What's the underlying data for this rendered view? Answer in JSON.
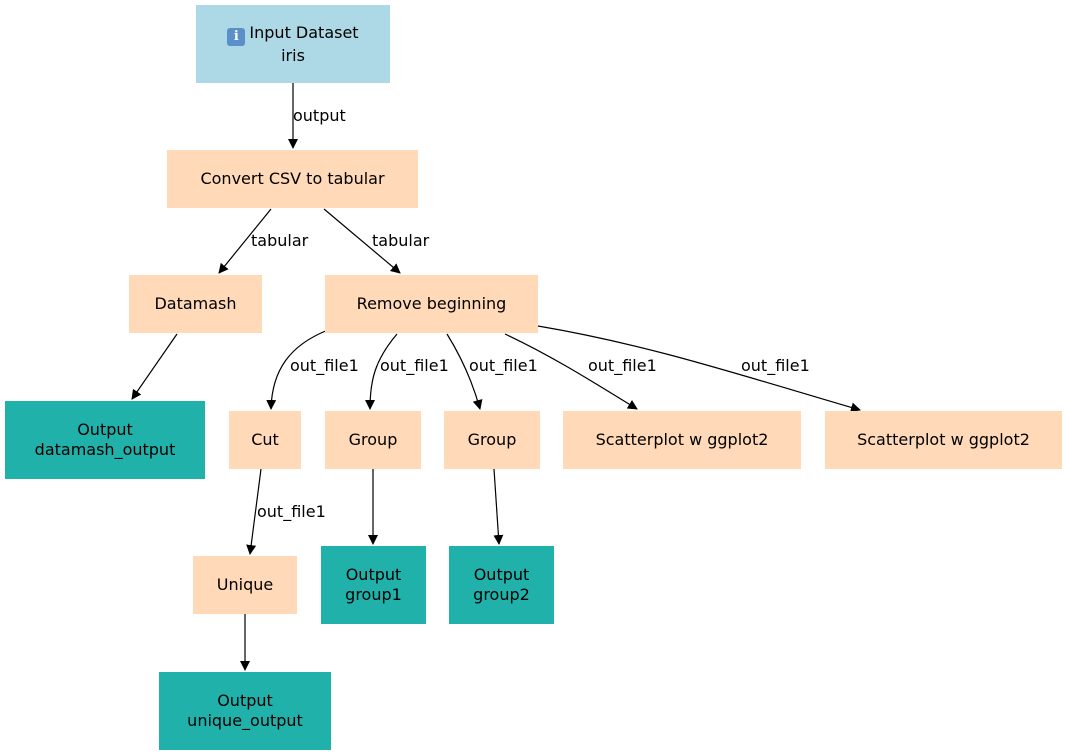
{
  "nodes": {
    "input": {
      "icon": "info-icon",
      "title": "Input Dataset",
      "subtitle": "iris"
    },
    "convert": {
      "label": "Convert CSV to tabular"
    },
    "datamash": {
      "label": "Datamash"
    },
    "remove_beginning": {
      "label": "Remove beginning"
    },
    "datamash_output": {
      "title": "Output",
      "subtitle": "datamash_output"
    },
    "cut": {
      "label": "Cut"
    },
    "group1": {
      "label": "Group"
    },
    "group2": {
      "label": "Group"
    },
    "scatter1": {
      "label": "Scatterplot w ggplot2"
    },
    "scatter2": {
      "label": "Scatterplot w ggplot2"
    },
    "unique": {
      "label": "Unique"
    },
    "group1_output": {
      "title": "Output",
      "subtitle": "group1"
    },
    "group2_output": {
      "title": "Output",
      "subtitle": "group2"
    },
    "unique_output": {
      "title": "Output",
      "subtitle": "unique_output"
    }
  },
  "edges": {
    "input_convert": "output",
    "convert_datamash": "tabular",
    "convert_remove": "tabular",
    "remove_cut": "out_file1",
    "remove_group1": "out_file1",
    "remove_group2": "out_file1",
    "remove_scatter1": "out_file1",
    "remove_scatter2": "out_file1",
    "cut_unique": "out_file1"
  },
  "colors": {
    "input": "#add8e6",
    "tool": "#ffd9b8",
    "output": "#20b2aa"
  }
}
